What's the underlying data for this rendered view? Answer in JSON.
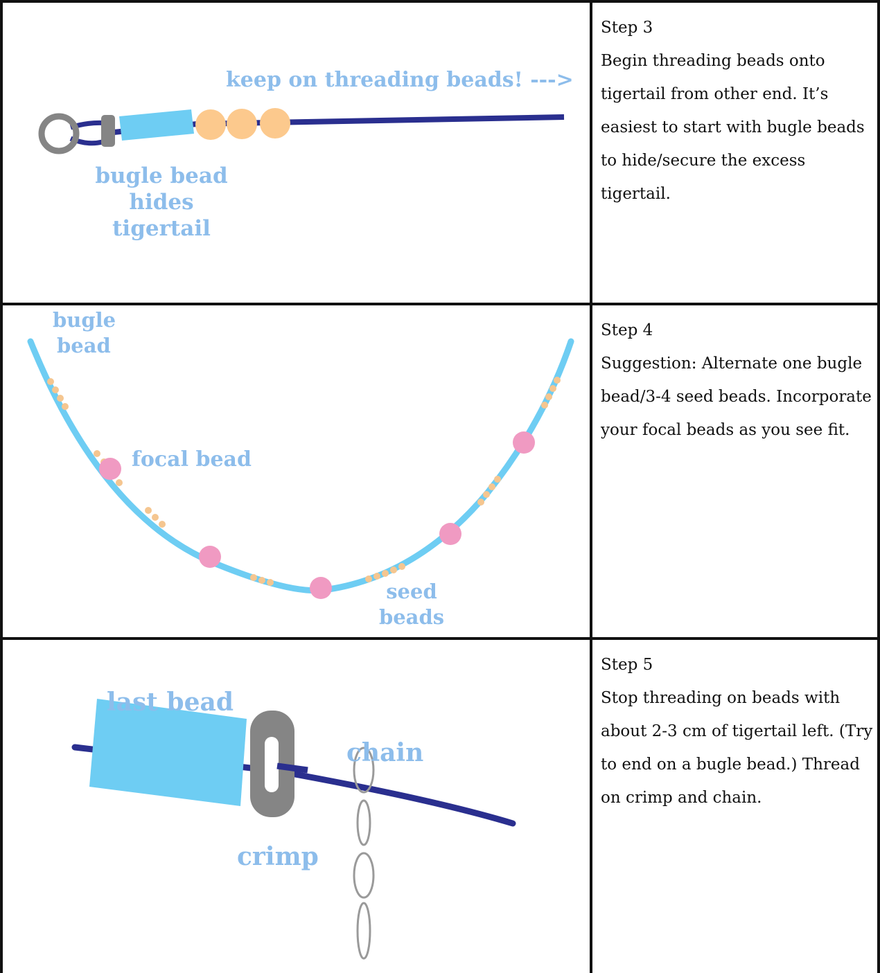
{
  "steps": [
    {
      "title": "Step 3",
      "body": "Begin threading beads onto tigertail from other end. It’s easiest to start with bugle beads to hide/secure the excess tigertail.",
      "diagram": {
        "label_top": "keep on threading beads! --->",
        "label_bottom_lines": [
          "bugle bead",
          "hides",
          "tigertail"
        ]
      }
    },
    {
      "title": "Step 4",
      "body": "Suggestion: Alternate one bugle bead/3-4 seed beads. Incorporate your focal beads as you see fit.",
      "diagram": {
        "label_bugle_lines": [
          "bugle",
          "bead"
        ],
        "label_focal": "focal bead",
        "label_seed_lines": [
          "seed",
          "beads"
        ]
      }
    },
    {
      "title": "Step 5",
      "body": "Stop threading on beads with about 2-3 cm of tigertail left. (Try to end on a bugle bead.) Thread on crimp and chain.",
      "diagram": {
        "label_last_bead": "last bead",
        "label_chain": "chain",
        "label_crimp": "crimp"
      }
    }
  ],
  "colors": {
    "wire": "#2a2f8f",
    "bugle": "#6ecdf3",
    "seed": "#f5c690",
    "focal": "#f09ac2",
    "metal": "#858585",
    "label": "#8dbdeb",
    "border": "#111111"
  }
}
